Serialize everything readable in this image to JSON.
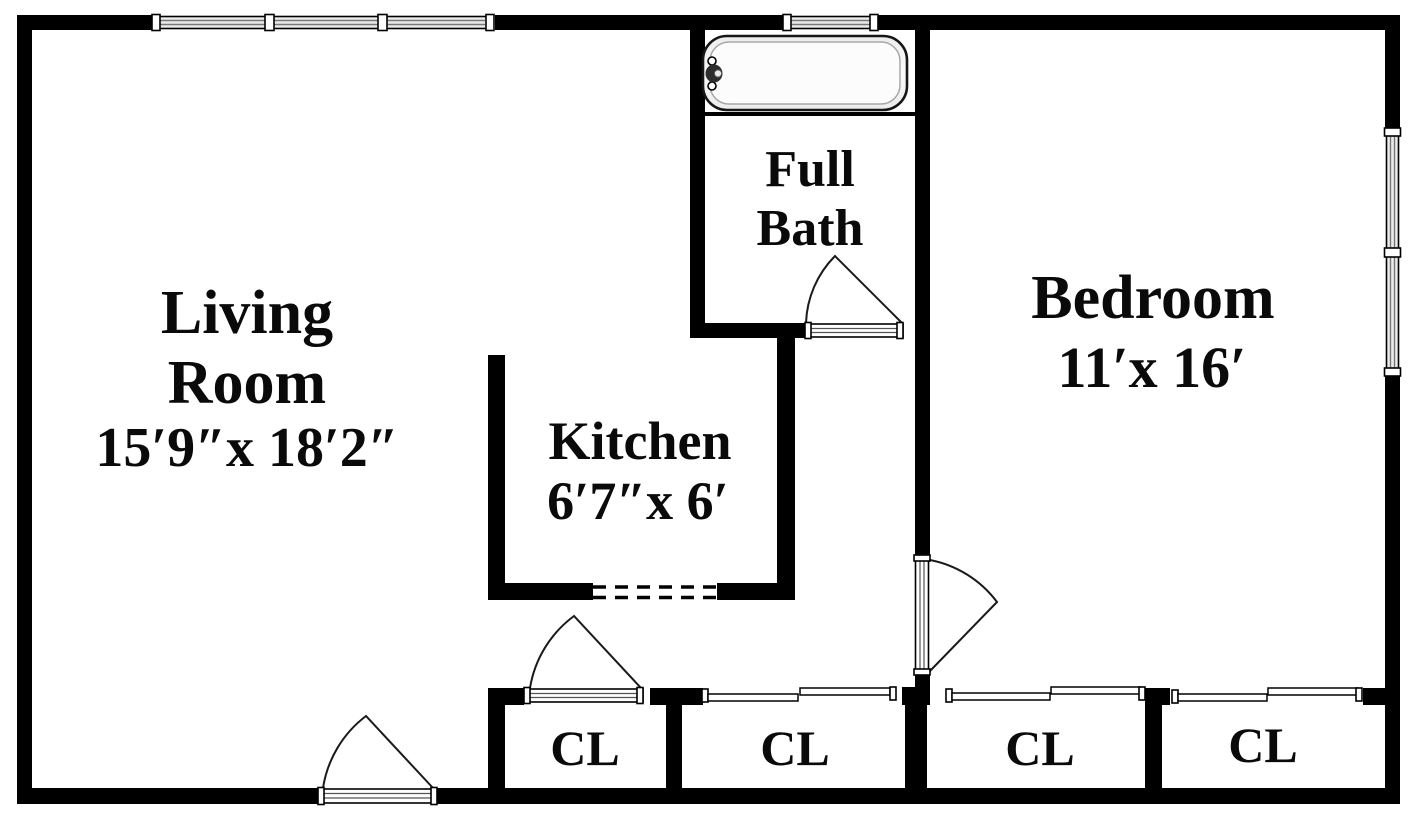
{
  "diagram_type": "apartment-floor-plan",
  "rooms": {
    "living_room": {
      "name_line1": "Living",
      "name_line2": "Room",
      "dimensions": "15′9″x 18′2″"
    },
    "kitchen": {
      "name": "Kitchen",
      "dimensions": "6′7″x 6′"
    },
    "full_bath": {
      "name_line1": "Full",
      "name_line2": "Bath"
    },
    "bedroom": {
      "name": "Bedroom",
      "dimensions": "11′x 16′"
    }
  },
  "closets": [
    {
      "label": "CL"
    },
    {
      "label": "CL"
    },
    {
      "label": "CL"
    },
    {
      "label": "CL"
    }
  ],
  "fixtures": [
    {
      "icon": "bathtub-icon",
      "location": "full-bath"
    }
  ],
  "colors": {
    "walls": "#000000",
    "background": "#ffffff",
    "window_fill": "#ececec",
    "text": "#0a0a0a"
  }
}
